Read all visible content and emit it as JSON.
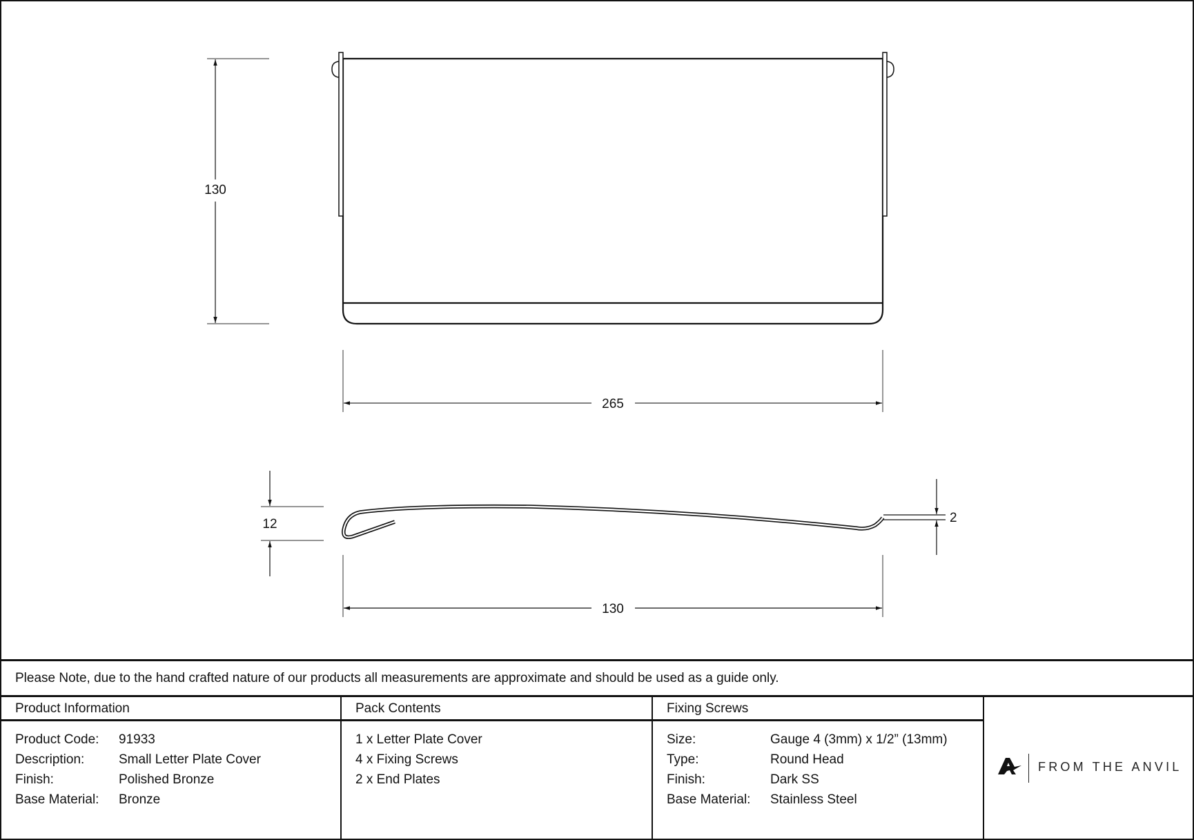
{
  "drawing": {
    "front_view": {
      "height_dimension": "130",
      "width_dimension": "265"
    },
    "side_view": {
      "thickness_dimension": "12",
      "lip_dimension": "2",
      "depth_dimension": "130"
    }
  },
  "note": "Please Note, due to the hand crafted nature of our products all measurements are approximate and should be used as a guide only.",
  "product_information": {
    "heading": "Product Information",
    "rows": [
      {
        "label": "Product Code:",
        "value": "91933"
      },
      {
        "label": "Description:",
        "value": "Small Letter Plate Cover"
      },
      {
        "label": "Finish:",
        "value": "Polished Bronze"
      },
      {
        "label": "Base Material:",
        "value": "Bronze"
      }
    ]
  },
  "pack_contents": {
    "heading": "Pack Contents",
    "items": [
      "1 x Letter Plate Cover",
      "4 x Fixing Screws",
      "2 x End Plates"
    ]
  },
  "fixing_screws": {
    "heading": "Fixing Screws",
    "rows": [
      {
        "label": "Size:",
        "value": "Gauge 4 (3mm) x 1/2” (13mm)"
      },
      {
        "label": "Type:",
        "value": "Round Head"
      },
      {
        "label": "Finish:",
        "value": "Dark SS"
      },
      {
        "label": "Base Material:",
        "value": "Stainless Steel"
      }
    ]
  },
  "brand": {
    "logo_icon": "anvil-a-mark-icon",
    "name": "FROM THE ANVIL"
  },
  "colors": {
    "line": "#111111",
    "dimension_line": "#333333",
    "background": "#ffffff"
  }
}
